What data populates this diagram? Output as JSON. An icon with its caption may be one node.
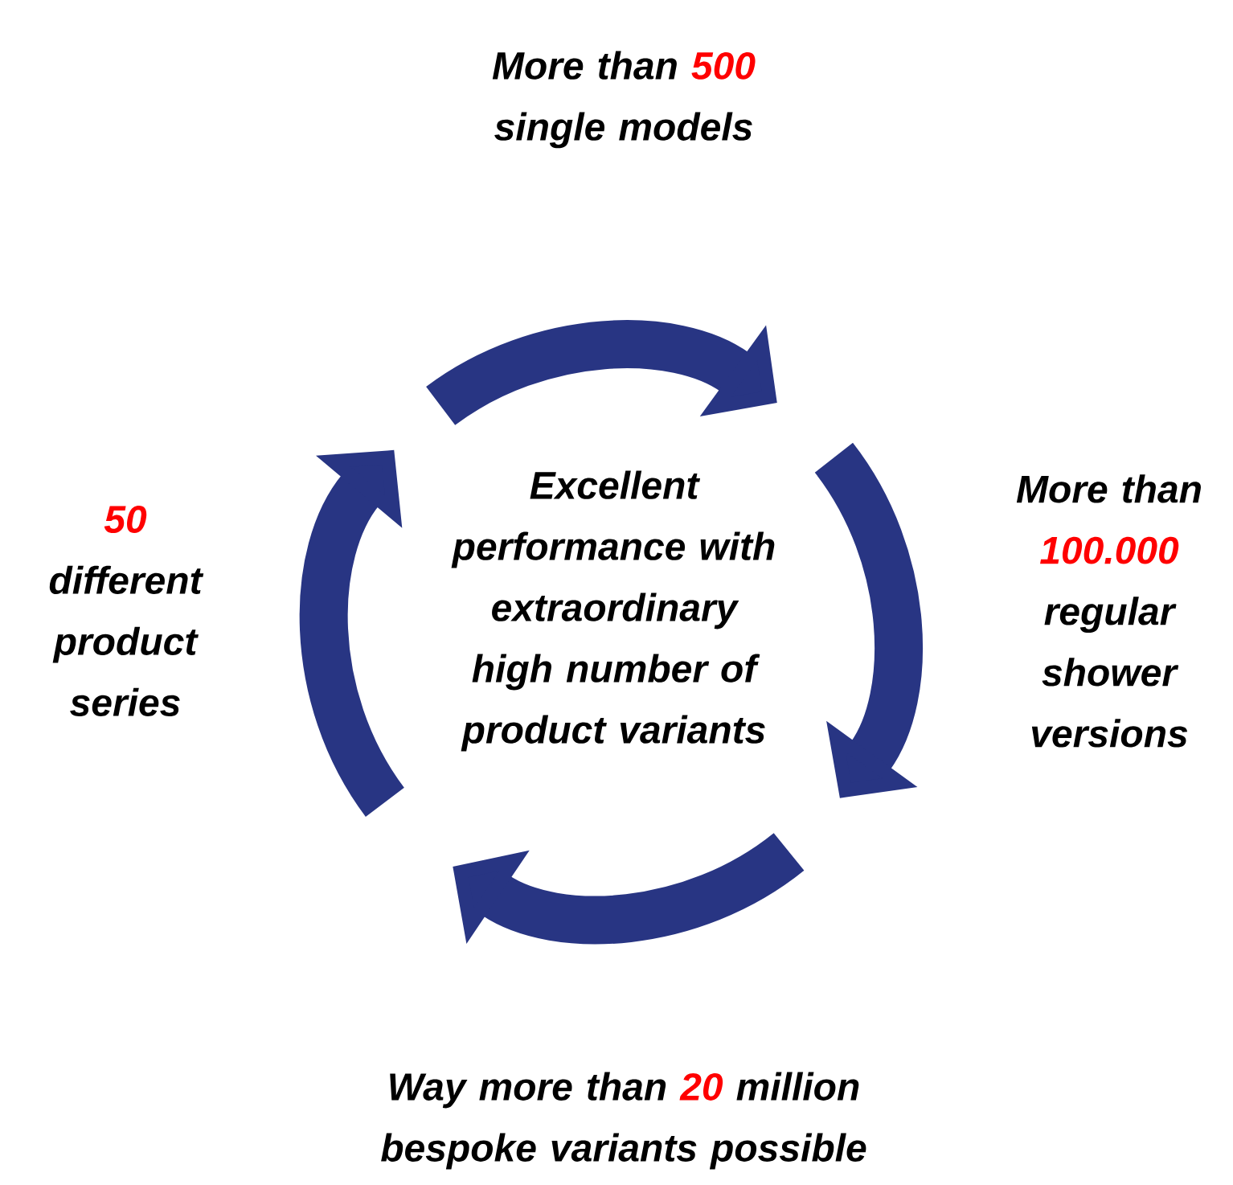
{
  "diagram": {
    "nodes": [
      {
        "text": [
          "More than",
          "500",
          "single models"
        ]
      },
      {
        "text": [
          "50",
          "different product series"
        ]
      },
      {
        "text": [
          "Excellent performance with extraordinary high number of product variants"
        ]
      },
      {
        "text": [
          "More than",
          "100.000",
          "regular shower versions"
        ]
      },
      {
        "text": [
          "Way more than",
          "20",
          "million bespoke variants possible"
        ]
      }
    ]
  }
}
